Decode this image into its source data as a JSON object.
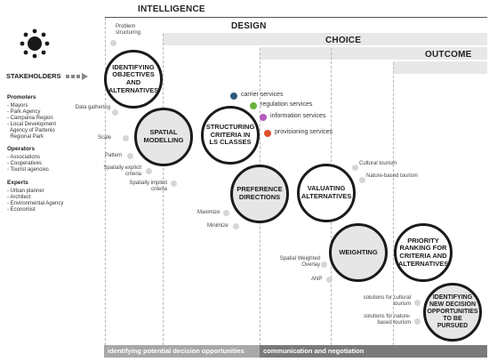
{
  "phases": {
    "intelligence": "INTELLIGENCE",
    "design": "DESIGN",
    "choice": "CHOICE",
    "outcome": "OUTCOME"
  },
  "stakeholders": {
    "title": "STAKEHOLDERS",
    "groups": [
      {
        "head": "Promoters",
        "items": [
          "- Mayors",
          "- Park Agency",
          "- Campania Region",
          "- Local Development",
          "  Agency of Partenio",
          "  Regional Park"
        ]
      },
      {
        "head": "Operators",
        "items": [
          "- Associations",
          "- Cooperatives",
          "- Tourist agencies"
        ]
      },
      {
        "head": "Experts",
        "items": [
          "- Urban planner",
          "- Architect",
          "- Environmental Agency",
          "- Economist"
        ]
      }
    ]
  },
  "steps": {
    "s1": "IDENTIFYING OBJECTIVES AND ALTERNATIVES",
    "s2": "SPATIAL MODELLING",
    "s3": "STRUCTURING CRITERIA IN LS CLASSES",
    "s4": "PREFERENCE DIRECTIONS",
    "s5": "VALUATING ALTERNATIVES",
    "s6": "WEIGHTING",
    "s7": "PRIORITY RANKING FOR CRITERIA AND ALTERNATIVES",
    "s8": "IDENTIFYING NEW DECISION OPPORTUNITIES TO BE PURSUED"
  },
  "labels": {
    "problem_structuring": "Problem structuring",
    "data_gathering": "Data gathering",
    "scale": "Scale",
    "pattern": "Pattern",
    "spatially_explicit": "Spatially explicit criteria",
    "spatially_implicit": "Spatially implicit criteria",
    "maximize": "Maximize",
    "minimize": "Minimize",
    "cultural_tourism": "Cultural tourism",
    "nature_tourism": "Nature-based tourism",
    "spatial_weighted_overlay": "Spatial Weighted Overlay",
    "anp": "ANP",
    "solutions_cultural": "solutions for cultural tourism",
    "solutions_nature": "solutions for nature-based tourism"
  },
  "legend": [
    {
      "label": "carrier services",
      "color": "#2e5a7a"
    },
    {
      "label": "regulation services",
      "color": "#6ab23e"
    },
    {
      "label": "information services",
      "color": "#b45bbf"
    },
    {
      "label": "provisioning services",
      "color": "#e0502a"
    }
  ],
  "footer": {
    "left": "identifying potential decision opportunities",
    "right": "communication and negotiation"
  },
  "colors": {
    "footer_left": "#a8a8a8",
    "footer_right": "#7a7a7a",
    "circle_border": "#1a1a1a",
    "shaded_circle": "#e6e6e6"
  }
}
